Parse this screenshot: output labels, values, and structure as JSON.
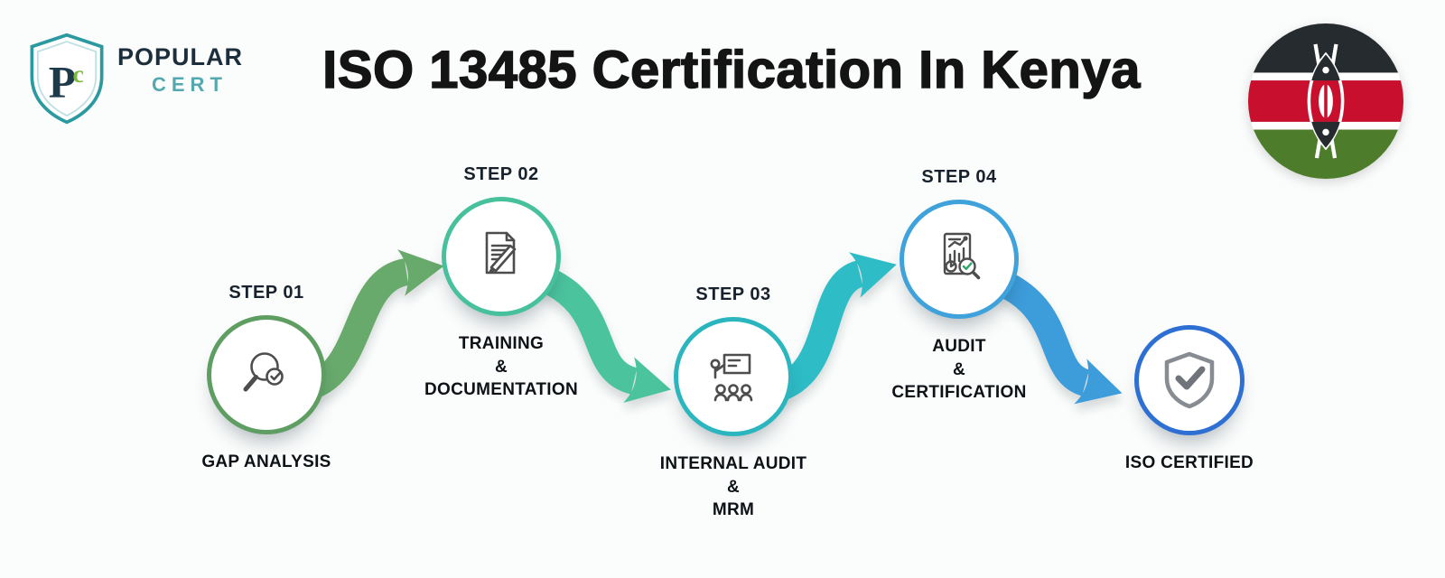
{
  "header": {
    "title": "ISO 13485 Certification In Kenya",
    "flag_icon": "kenya-flag-icon"
  },
  "logo": {
    "brand_line1": "POPULAR",
    "brand_line2": "CERT",
    "monogram_p": "P",
    "monogram_c": "c",
    "icon": "popularcert-shield-icon",
    "accent_color": "#2a9aa0"
  },
  "steps": [
    {
      "label": "STEP 01",
      "lines": [
        "GAP ANALYSIS"
      ],
      "icon": "magnifier-check-icon",
      "ring_color": "#5f9e63"
    },
    {
      "label": "STEP 02",
      "lines": [
        "TRAINING",
        "&",
        "DOCUMENTATION"
      ],
      "icon": "document-pencil-icon",
      "ring_color": "#46c19b"
    },
    {
      "label": "STEP 03",
      "lines": [
        "INTERNAL AUDIT",
        "&",
        "MRM"
      ],
      "icon": "presentation-training-icon",
      "ring_color": "#2bb6bf"
    },
    {
      "label": "STEP 04",
      "lines": [
        "AUDIT",
        "&",
        "CERTIFICATION"
      ],
      "icon": "audit-chart-icon",
      "ring_color": "#3fa2da"
    },
    {
      "label": "",
      "lines": [
        "ISO CERTIFIED"
      ],
      "icon": "shield-check-icon",
      "ring_color": "#2d6fd3"
    }
  ],
  "arrows": [
    {
      "from": "step-01",
      "to": "step-02",
      "color": "#68a96c"
    },
    {
      "from": "step-02",
      "to": "step-03",
      "color": "#4cc49d"
    },
    {
      "from": "step-03",
      "to": "step-04",
      "color": "#2fbcc6"
    },
    {
      "from": "step-04",
      "to": "step-05",
      "color": "#3d9cda"
    }
  ]
}
